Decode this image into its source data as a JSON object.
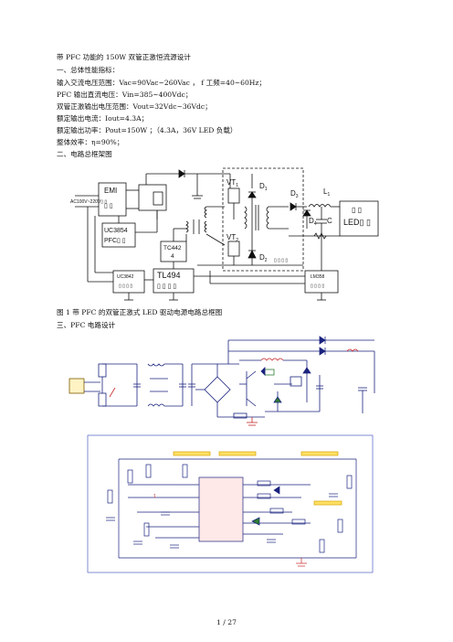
{
  "doc": {
    "lines": [
      "带 PFC 功能的 150W 双管正激恒流源设计",
      "一、总体性能指标：",
      "输入交流电压范围：Vac=90Vac~260Vac ，  f 工频=40~60Hz；",
      "PFC 输出直流电压：Vin=385~400Vdc；",
      " 双管正激输出电压范围：Vout=32Vdc~36Vdc；",
      "额定输出电流：Iout=4.3A；",
      "额定输出功率：Pout=150W ；（4.3A，36V    LED 负载）",
      "整体效率：η=90%；",
      "二、电路总框架图"
    ],
    "caption1": "图 1 带 PFC 的双管正激式 LED 驱动电源电路总框图",
    "heading3": "三、PFC 电路设计",
    "footer": "1 / 27"
  },
  "block_diagram": {
    "emi_label": "EMI",
    "emi_sub": "▯ ▯",
    "ac_input": "AC100V~220V▯ ▯",
    "uc3854": "UC3854",
    "pfc_sub": "PFC▯ ▯",
    "tc4424_top": "TC442",
    "tc4424_bottom": "4",
    "uc3842": "UC3842",
    "uc3842_sub": "▯ ▯ ▯ ▯",
    "tl494": "TL494",
    "tl494_sub": "▯ ▯ ▯ ▯",
    "lm358": "LM358",
    "lm358_sub": "▯ ▯ ▯ ▯",
    "vt1": "VT",
    "vt1_sub": "1",
    "vt2": "VT",
    "vt2_sub": "2",
    "d1": "D",
    "d1_sub": "1",
    "d2": "D",
    "d2_sub": "2",
    "d2_extra": "▯ ▯ ▯ ▯",
    "d3": "D",
    "d3_sub": "3",
    "d4": "D",
    "d4_sub": "4",
    "c": "C",
    "l1": "L",
    "l1_sub": "1",
    "led_top": "▯ ▯",
    "led": "LED▯ ▯"
  },
  "schematic2": {
    "ic_pin_mark": "1"
  }
}
